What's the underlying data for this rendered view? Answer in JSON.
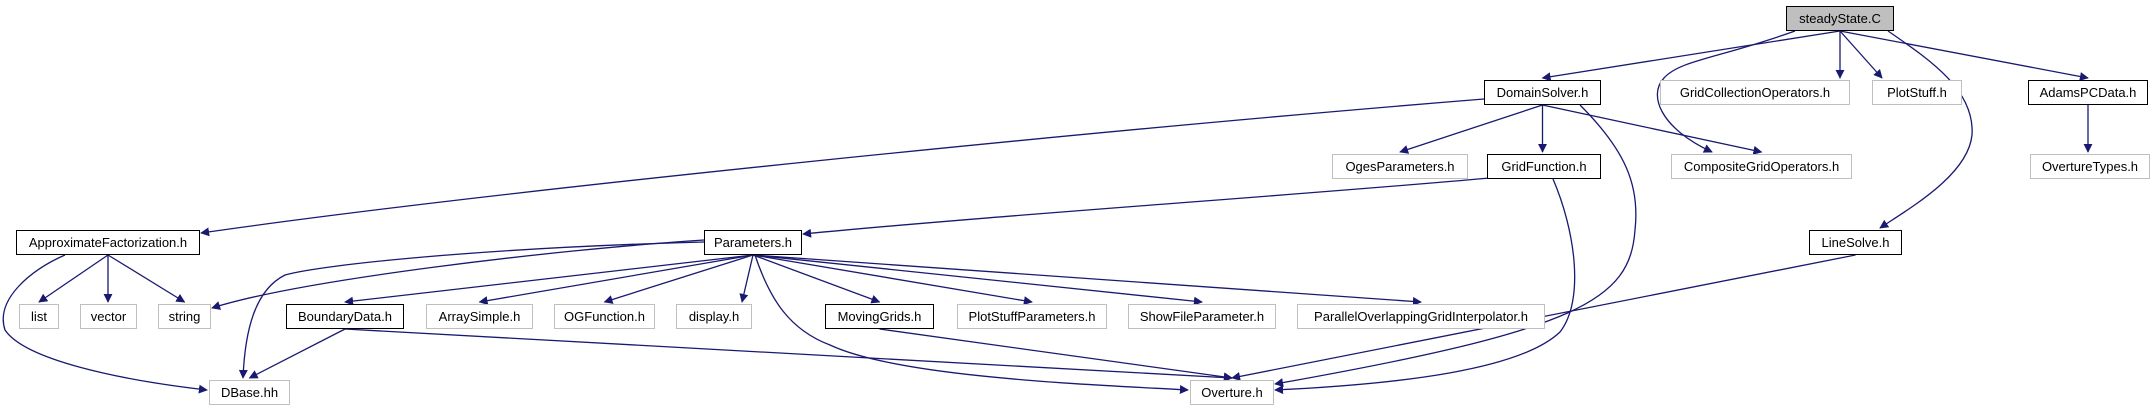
{
  "graph": {
    "edge_color": "#191970",
    "nodes": [
      {
        "id": "steadystate-c",
        "label": "steadyState.C",
        "kind": "root"
      },
      {
        "id": "domainsolver-h",
        "label": "DomainSolver.h",
        "kind": "documented"
      },
      {
        "id": "gridcollectionoperators-h",
        "label": "GridCollectionOperators.h",
        "kind": "external"
      },
      {
        "id": "plotstuff-h",
        "label": "PlotStuff.h",
        "kind": "external"
      },
      {
        "id": "adamspcdata-h",
        "label": "AdamsPCData.h",
        "kind": "documented"
      },
      {
        "id": "ogesparameters-h",
        "label": "OgesParameters.h",
        "kind": "external"
      },
      {
        "id": "gridfunction-h",
        "label": "GridFunction.h",
        "kind": "documented"
      },
      {
        "id": "compositegridoperators-h",
        "label": "CompositeGridOperators.h",
        "kind": "external"
      },
      {
        "id": "overturetypes-h",
        "label": "OvertureTypes.h",
        "kind": "external"
      },
      {
        "id": "approximatefactorization-h",
        "label": "ApproximateFactorization.h",
        "kind": "documented"
      },
      {
        "id": "parameters-h",
        "label": "Parameters.h",
        "kind": "documented"
      },
      {
        "id": "linesolve-h",
        "label": "LineSolve.h",
        "kind": "documented"
      },
      {
        "id": "list",
        "label": "list",
        "kind": "external"
      },
      {
        "id": "vector",
        "label": "vector",
        "kind": "external"
      },
      {
        "id": "string",
        "label": "string",
        "kind": "external"
      },
      {
        "id": "boundarydata-h",
        "label": "BoundaryData.h",
        "kind": "documented"
      },
      {
        "id": "arraysimple-h",
        "label": "ArraySimple.h",
        "kind": "external"
      },
      {
        "id": "ogfunction-h",
        "label": "OGFunction.h",
        "kind": "external"
      },
      {
        "id": "display-h",
        "label": "display.h",
        "kind": "external"
      },
      {
        "id": "movinggrids-h",
        "label": "MovingGrids.h",
        "kind": "documented"
      },
      {
        "id": "plotstuffparameters-h",
        "label": "PlotStuffParameters.h",
        "kind": "external"
      },
      {
        "id": "showfileparameter-h",
        "label": "ShowFileParameter.h",
        "kind": "external"
      },
      {
        "id": "paralleloverlappinggridinterpolator-h",
        "label": "ParallelOverlappingGridInterpolator.h",
        "kind": "external"
      },
      {
        "id": "dbase-hh",
        "label": "DBase.hh",
        "kind": "external"
      },
      {
        "id": "overture-h",
        "label": "Overture.h",
        "kind": "external"
      }
    ],
    "edges": [
      {
        "from": "steadystate-c",
        "to": "domainsolver-h"
      },
      {
        "from": "steadystate-c",
        "to": "gridcollectionoperators-h"
      },
      {
        "from": "steadystate-c",
        "to": "plotstuff-h"
      },
      {
        "from": "steadystate-c",
        "to": "adamspcdata-h"
      },
      {
        "from": "steadystate-c",
        "to": "compositegridoperators-h"
      },
      {
        "from": "steadystate-c",
        "to": "linesolve-h"
      },
      {
        "from": "domainsolver-h",
        "to": "approximatefactorization-h"
      },
      {
        "from": "domainsolver-h",
        "to": "ogesparameters-h"
      },
      {
        "from": "domainsolver-h",
        "to": "gridfunction-h"
      },
      {
        "from": "domainsolver-h",
        "to": "compositegridoperators-h"
      },
      {
        "from": "domainsolver-h",
        "to": "overture-h"
      },
      {
        "from": "adamspcdata-h",
        "to": "overturetypes-h"
      },
      {
        "from": "gridfunction-h",
        "to": "parameters-h"
      },
      {
        "from": "gridfunction-h",
        "to": "overture-h"
      },
      {
        "from": "approximatefactorization-h",
        "to": "list"
      },
      {
        "from": "approximatefactorization-h",
        "to": "vector"
      },
      {
        "from": "approximatefactorization-h",
        "to": "string"
      },
      {
        "from": "approximatefactorization-h",
        "to": "dbase-hh"
      },
      {
        "from": "parameters-h",
        "to": "string"
      },
      {
        "from": "parameters-h",
        "to": "boundarydata-h"
      },
      {
        "from": "parameters-h",
        "to": "arraysimple-h"
      },
      {
        "from": "parameters-h",
        "to": "ogfunction-h"
      },
      {
        "from": "parameters-h",
        "to": "display-h"
      },
      {
        "from": "parameters-h",
        "to": "movinggrids-h"
      },
      {
        "from": "parameters-h",
        "to": "plotstuffparameters-h"
      },
      {
        "from": "parameters-h",
        "to": "showfileparameter-h"
      },
      {
        "from": "parameters-h",
        "to": "paralleloverlappinggridinterpolator-h"
      },
      {
        "from": "parameters-h",
        "to": "dbase-hh"
      },
      {
        "from": "parameters-h",
        "to": "overture-h"
      },
      {
        "from": "linesolve-h",
        "to": "overture-h"
      },
      {
        "from": "boundarydata-h",
        "to": "dbase-hh"
      },
      {
        "from": "boundarydata-h",
        "to": "overture-h"
      },
      {
        "from": "movinggrids-h",
        "to": "overture-h"
      }
    ]
  }
}
